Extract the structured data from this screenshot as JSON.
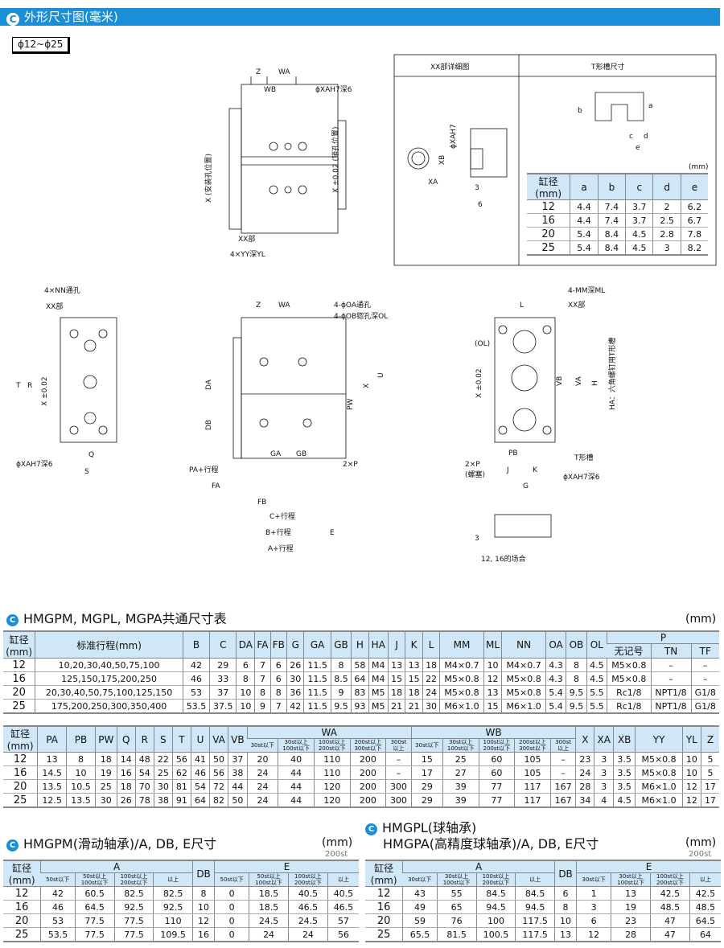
{
  "header": {
    "title": "外形尺寸图(毫米)",
    "range": "ϕ12~ϕ25"
  },
  "drawings": {
    "front": {
      "z": "Z",
      "wa": "WA",
      "wb": "WB",
      "xa_hole": "ϕXAH7深6",
      "x_mount": "X (安装孔位置)",
      "x_pin": "X ±0.02 (销孔位置)",
      "xx": "XX部",
      "yy": "4×YY深YL"
    },
    "detail": {
      "title_left": "XX部详细图",
      "title_right": "T形槽尺寸",
      "xa_h7": "ϕXAH7",
      "xb": "XB",
      "xa": "XA",
      "d3": "3",
      "d6": "6",
      "a": "a",
      "b": "b",
      "c": "c",
      "d": "d",
      "e": "e",
      "unit": "(mm)"
    },
    "left": {
      "nn": "4×NN通孔",
      "xx": "XX部",
      "t": "T",
      "r": "R",
      "x": "X ±0.02",
      "xa": "ϕXAH7深6",
      "q": "Q",
      "s": "S"
    },
    "side": {
      "z": "Z",
      "wa": "WA",
      "oa": "4-ϕOA通孔",
      "ob": "4-ϕOB锪孔深OL",
      "da": "DA",
      "db": "DB",
      "pw": "PW",
      "x": "X",
      "u": "U",
      "ga": "GA",
      "gb": "GB",
      "p": "2×P",
      "pa": "PA+行程",
      "fa": "FA",
      "fb": "FB",
      "c": "C+行程",
      "b": "B+行程",
      "e": "E",
      "a": "A+行程"
    },
    "rear": {
      "mm": "4-MM深ML",
      "xx": "XX部",
      "l": "L",
      "ol": "(OL)",
      "x": "X ±0.02",
      "vb": "VB",
      "va": "VA",
      "h": "H",
      "ha": "HA：六角螺钉用T形槽",
      "tslot": "T形槽",
      "p": "2×P",
      "plug": "(螺塞)",
      "pb": "PB",
      "j": "J",
      "k": "K",
      "g": "G",
      "xa": "ϕXAH7深6",
      "d3": "3",
      "case": "12, 16的场合"
    }
  },
  "tslot_table": {
    "header": [
      [
        {
          "t": "缸径\n(mm)"
        },
        {
          "t": "a"
        },
        {
          "t": "b"
        },
        {
          "t": "c"
        },
        {
          "t": "d"
        },
        {
          "t": "e"
        }
      ]
    ],
    "rows": [
      [
        "12",
        "4.4",
        "7.4",
        "3.7",
        "2",
        "6.2"
      ],
      [
        "16",
        "4.4",
        "7.4",
        "3.7",
        "2.5",
        "6.7"
      ],
      [
        "20",
        "5.4",
        "8.4",
        "4.5",
        "2.8",
        "7.8"
      ],
      [
        "25",
        "5.4",
        "8.4",
        "4.5",
        "3",
        "8.2"
      ]
    ]
  },
  "common": {
    "title": "HMGPM, MGPL, MGPA共通尺寸表",
    "unit": "(mm)",
    "table1": {
      "header": [
        [
          {
            "t": "缸径\n(mm)",
            "rs": 2
          },
          {
            "t": "标准行程(mm)",
            "rs": 2
          },
          {
            "t": "B",
            "rs": 2
          },
          {
            "t": "C",
            "rs": 2
          },
          {
            "t": "DA",
            "rs": 2
          },
          {
            "t": "FA",
            "rs": 2
          },
          {
            "t": "FB",
            "rs": 2
          },
          {
            "t": "G",
            "rs": 2
          },
          {
            "t": "GA",
            "rs": 2
          },
          {
            "t": "GB",
            "rs": 2
          },
          {
            "t": "H",
            "rs": 2
          },
          {
            "t": "HA",
            "rs": 2
          },
          {
            "t": "J",
            "rs": 2
          },
          {
            "t": "K",
            "rs": 2
          },
          {
            "t": "L",
            "rs": 2
          },
          {
            "t": "MM",
            "rs": 2
          },
          {
            "t": "ML",
            "rs": 2
          },
          {
            "t": "NN",
            "rs": 2
          },
          {
            "t": "OA",
            "rs": 2
          },
          {
            "t": "OB",
            "rs": 2
          },
          {
            "t": "OL",
            "rs": 2
          },
          {
            "t": "P",
            "cs": 3
          }
        ],
        [
          {
            "t": "无记号"
          },
          {
            "t": "TN"
          },
          {
            "t": "TF"
          }
        ]
      ],
      "rows": [
        [
          "12",
          "10,20,30,40,50,75,100",
          "42",
          "29",
          "6",
          "7",
          "6",
          "26",
          "11.5",
          "8",
          "58",
          "M4",
          "13",
          "13",
          "18",
          "M4×0.7",
          "10",
          "M4×0.7",
          "4.3",
          "8",
          "4.5",
          "M5×0.8",
          "–",
          "–"
        ],
        [
          "16",
          "125,150,175,200,250",
          "46",
          "33",
          "8",
          "7",
          "6",
          "30",
          "11.5",
          "8.5",
          "64",
          "M4",
          "15",
          "15",
          "22",
          "M5×0.8",
          "12",
          "M5×0.8",
          "4.3",
          "8",
          "4.5",
          "M5×0.8",
          "–",
          "–"
        ],
        [
          "20",
          "20,30,40,50,75,100,125,150",
          "53",
          "37",
          "10",
          "8",
          "8",
          "36",
          "11.5",
          "9",
          "83",
          "M5",
          "18",
          "18",
          "24",
          "M5×0.8",
          "13",
          "M5×0.8",
          "5.4",
          "9.5",
          "5.5",
          "Rc1/8",
          "NPT1/8",
          "G1/8"
        ],
        [
          "25",
          "175,200,250,300,350,400",
          "53.5",
          "37.5",
          "10",
          "9",
          "7",
          "42",
          "11.5",
          "9.5",
          "93",
          "M5",
          "21",
          "21",
          "30",
          "M6×1.0",
          "15",
          "M6×1.0",
          "5.4",
          "9.5",
          "5.5",
          "Rc1/8",
          "NPT1/8",
          "G1/8"
        ]
      ]
    },
    "table2": {
      "header": [
        [
          {
            "t": "缸径\n(mm)",
            "rs": 2
          },
          {
            "t": "PA",
            "rs": 2
          },
          {
            "t": "PB",
            "rs": 2
          },
          {
            "t": "PW",
            "rs": 2
          },
          {
            "t": "Q",
            "rs": 2
          },
          {
            "t": "R",
            "rs": 2
          },
          {
            "t": "S",
            "rs": 2
          },
          {
            "t": "T",
            "rs": 2
          },
          {
            "t": "U",
            "rs": 2
          },
          {
            "t": "VA",
            "rs": 2
          },
          {
            "t": "VB",
            "rs": 2
          },
          {
            "t": "WA",
            "cs": 5
          },
          {
            "t": "WB",
            "cs": 5
          },
          {
            "t": "X",
            "rs": 2
          },
          {
            "t": "XA",
            "rs": 2
          },
          {
            "t": "XB",
            "rs": 2
          },
          {
            "t": "YY",
            "rs": 2
          },
          {
            "t": "YL",
            "rs": 2
          },
          {
            "t": "Z",
            "rs": 2
          }
        ],
        [
          {
            "t": "30st以下",
            "sm": 1
          },
          {
            "t": "30st以上\n100st以下",
            "sm": 1
          },
          {
            "t": "100st以上\n200st以下",
            "sm": 1
          },
          {
            "t": "200st以上\n300st以下",
            "sm": 1
          },
          {
            "t": "300st\n以上",
            "sm": 1
          },
          {
            "t": "30st以下",
            "sm": 1
          },
          {
            "t": "30st以上\n100st以下",
            "sm": 1
          },
          {
            "t": "100st以上\n200st以下",
            "sm": 1
          },
          {
            "t": "200st以上\n300st以下",
            "sm": 1
          },
          {
            "t": "300st\n以上",
            "sm": 1
          }
        ]
      ],
      "rows": [
        [
          "12",
          "13",
          "8",
          "18",
          "14",
          "48",
          "22",
          "56",
          "41",
          "50",
          "37",
          "20",
          "40",
          "110",
          "200",
          "–",
          "15",
          "25",
          "60",
          "105",
          "–",
          "23",
          "3",
          "3.5",
          "M5×0.8",
          "10",
          "5"
        ],
        [
          "16",
          "14.5",
          "10",
          "19",
          "16",
          "54",
          "25",
          "62",
          "46",
          "56",
          "38",
          "24",
          "44",
          "110",
          "200",
          "–",
          "17",
          "27",
          "60",
          "105",
          "–",
          "24",
          "3",
          "3.5",
          "M5×0.8",
          "10",
          "5"
        ],
        [
          "20",
          "13.5",
          "10.5",
          "25",
          "18",
          "70",
          "30",
          "81",
          "54",
          "72",
          "44",
          "24",
          "44",
          "120",
          "200",
          "300",
          "29",
          "39",
          "77",
          "117",
          "167",
          "28",
          "3",
          "3.5",
          "M6×1.0",
          "12",
          "17"
        ],
        [
          "25",
          "12.5",
          "13.5",
          "30",
          "26",
          "78",
          "38",
          "91",
          "64",
          "82",
          "50",
          "24",
          "44",
          "120",
          "200",
          "300",
          "29",
          "39",
          "77",
          "117",
          "167",
          "34",
          "4",
          "4.5",
          "M6×1.0",
          "12",
          "17"
        ]
      ]
    }
  },
  "hmgpm": {
    "title": "HMGPM(滑动轴承)/A, DB, E尺寸",
    "unit": "(mm)",
    "artifact": "200st",
    "table": {
      "header": [
        [
          {
            "t": "缸径\n(mm)",
            "rs": 2
          },
          {
            "t": "A",
            "cs": 4
          },
          {
            "t": "DB",
            "rs": 2
          },
          {
            "t": "E",
            "cs": 4
          }
        ],
        [
          {
            "t": "50st以下",
            "sm": 1
          },
          {
            "t": "50st以上\n100st以下",
            "sm": 1
          },
          {
            "t": "100st以上\n200st以下",
            "sm": 1
          },
          {
            "t": "以上",
            "sm": 1
          },
          {
            "t": "50st以下",
            "sm": 1
          },
          {
            "t": "50st以上\n100st以下",
            "sm": 1
          },
          {
            "t": "100st以上\n200st以下",
            "sm": 1
          },
          {
            "t": "以上",
            "sm": 1
          }
        ]
      ],
      "rows": [
        [
          "12",
          "42",
          "60.5",
          "82.5",
          "82.5",
          "8",
          "0",
          "18.5",
          "40.5",
          "40.5"
        ],
        [
          "16",
          "46",
          "64.5",
          "92.5",
          "92.5",
          "10",
          "0",
          "18.5",
          "46.5",
          "46.5"
        ],
        [
          "20",
          "53",
          "77.5",
          "77.5",
          "110",
          "12",
          "0",
          "24.5",
          "24.5",
          "57"
        ],
        [
          "25",
          "53.5",
          "77.5",
          "77.5",
          "109.5",
          "16",
          "0",
          "24",
          "24",
          "56"
        ]
      ]
    }
  },
  "hmgpl": {
    "title1": "HMGPL(球轴承)",
    "title2": "HMGPA(高精度球轴承)/A, DB, E尺寸",
    "unit": "(mm)",
    "artifact": "200st",
    "table": {
      "header": [
        [
          {
            "t": "缸径\n(mm)",
            "rs": 2
          },
          {
            "t": "A",
            "cs": 4
          },
          {
            "t": "DB",
            "rs": 2
          },
          {
            "t": "E",
            "cs": 4
          }
        ],
        [
          {
            "t": "30st以下",
            "sm": 1
          },
          {
            "t": "30st以上\n100st以下",
            "sm": 1
          },
          {
            "t": "100st以上\n200st以下",
            "sm": 1
          },
          {
            "t": "以上",
            "sm": 1
          },
          {
            "t": "30st以下",
            "sm": 1
          },
          {
            "t": "30st以上\n100st以下",
            "sm": 1
          },
          {
            "t": "100st以上\n200st以下",
            "sm": 1
          },
          {
            "t": "以上",
            "sm": 1
          }
        ]
      ],
      "rows": [
        [
          "12",
          "43",
          "55",
          "84.5",
          "84.5",
          "6",
          "1",
          "13",
          "42.5",
          "42.5"
        ],
        [
          "16",
          "49",
          "65",
          "94.5",
          "94.5",
          "8",
          "3",
          "19",
          "48.5",
          "48.5"
        ],
        [
          "20",
          "59",
          "76",
          "100",
          "117.5",
          "10",
          "6",
          "23",
          "47",
          "64.5"
        ],
        [
          "25",
          "65.5",
          "81.5",
          "100.5",
          "117.5",
          "13",
          "12",
          "28",
          "47",
          "64"
        ]
      ]
    }
  },
  "colors": {
    "accent": "#1a8fd8",
    "header_fill": "#cfe7f7"
  }
}
